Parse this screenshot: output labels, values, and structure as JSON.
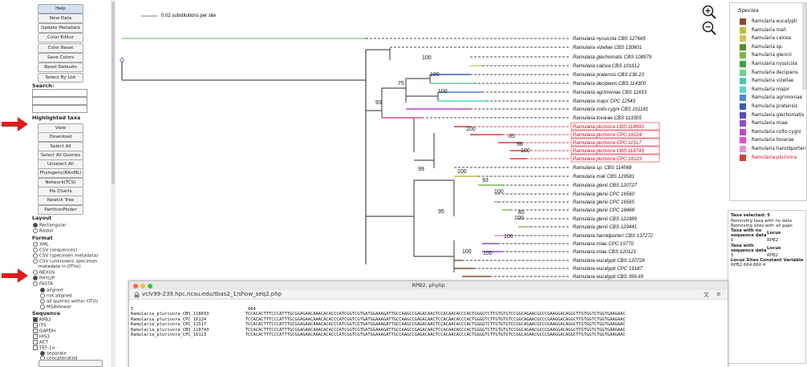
{
  "left_panel": {
    "buttons_top": [
      "Help",
      "New Data",
      "Update Metadata",
      "Color Editor",
      "Color Reset",
      "Save Colors",
      "Reset Defaults",
      "Select By List"
    ],
    "search_label": "Search:",
    "highlighted_label": "Highlighted taxa",
    "buttons_hl": [
      "View",
      "Download",
      "Select All",
      "Select All Queries",
      "Unselect All",
      "Phylogeny(RAxML)",
      "Network(TCS)",
      "Pie Charts",
      "Newick Tree",
      "PartitionFinder"
    ],
    "layout_label": "Layout",
    "layout_options": [
      "Rectangular",
      "Radial"
    ],
    "format_label": "Format",
    "format_options": [
      "XML",
      "CSV (sequences)",
      "CSV (specimen metadata)",
      "CSV (unknowns specimen",
      "metadata in OTUs)",
      "NEXUS",
      "PHYLIP",
      "FASTA"
    ],
    "fasta_sub": [
      "aligned",
      "not aligned",
      "all queries within OTUs",
      "MSAViewer"
    ],
    "sequence_label": "Sequence",
    "sequence_options": [
      "RPB2",
      "ITS",
      "GAPDH",
      "HIS3",
      "ACT",
      "TEF-1a"
    ],
    "tef_sub": [
      "separate",
      "concatenated"
    ]
  },
  "tree": {
    "scale_label": "0.02 substitutions per site",
    "taxa": [
      "Ramularia nyssicola CBS 127665",
      "Ramularia vizellae CBS 130601",
      "Ramularia glechomatis CBS 108979",
      "Ramularia calcea CBS 101612",
      "Ramularia pratensis CBS 136.23",
      "Ramularia decipiens CBS 114300",
      "Ramularia agrimoniae CBS 11653",
      "Ramularia major CPC 12543",
      "Ramularia collo-cygni CBS 101181",
      "Ramularia tovarae CBS 113305",
      "Ramularia plurivora CBS 118693",
      "Ramularia plurivora CPC 16124",
      "Ramularia plurivora CPC 11517",
      "Ramularia plurivora CBS 118743",
      "Ramularia plurivora CPC 16123",
      "Ramularia sp. CBS 114568",
      "Ramularia mali CBS 129581",
      "Ramularia glenii CBS 120727",
      "Ramularia glenii CPC 16560",
      "Ramularia glenii CPC 16565",
      "Ramularia glenii CPC 18468",
      "Ramularia glenii CBS 122989",
      "Ramularia glenii CBS 129441",
      "Ramularia haroldporteri CBS 137272",
      "Ramularia miae CPC 19770",
      "Ramularia miae CBS 120121",
      "Ramularia eucalypti CBS 120726",
      "Ramularia eucalypti CPC 19187",
      "Ramularia eucalypti CBS 356.69"
    ],
    "bootstrap": [
      "100",
      "75",
      "100",
      "100",
      "93",
      "100",
      "85",
      "98",
      "100",
      "99",
      "100",
      "93",
      "100",
      "85",
      "100",
      "95",
      "100",
      "100",
      "100"
    ]
  },
  "legend": {
    "title": "Species",
    "items": [
      {
        "name": "Ramularia eucalypti",
        "color": "#8b4a2c"
      },
      {
        "name": "Ramularia mali",
        "color": "#c9b83a"
      },
      {
        "name": "Ramularia calcea",
        "color": "#c9c95a"
      },
      {
        "name": "Ramularia sp.",
        "color": "#5a8a2a"
      },
      {
        "name": "Ramularia glennii",
        "color": "#7cb84a"
      },
      {
        "name": "Ramularia nyssicola",
        "color": "#3aa03a"
      },
      {
        "name": "Ramularia decipiens",
        "color": "#6ad08a"
      },
      {
        "name": "Ramularia vizellae",
        "color": "#4ac8b0"
      },
      {
        "name": "Ramularia major",
        "color": "#5ad8d0"
      },
      {
        "name": "Ramularia agrimoniae",
        "color": "#4a8ad8"
      },
      {
        "name": "Ramularia pratensis",
        "color": "#3a5ab8"
      },
      {
        "name": "Ramularia glechomatis",
        "color": "#5a4ab8"
      },
      {
        "name": "Ramularia miae",
        "color": "#8a4ad8"
      },
      {
        "name": "Ramularia collo-cygni",
        "color": "#b84ad0"
      },
      {
        "name": "Ramularia tovarae",
        "color": "#e050c8"
      },
      {
        "name": "Ramularia haroldporteri",
        "color": "#e890d8"
      },
      {
        "name": "Ramularia plurivora",
        "color": "#d04040"
      }
    ]
  },
  "summary": {
    "line1": "Taxa selected: 5",
    "line2": "Removing taxa with no data",
    "line3": "Removing sites with all gaps",
    "h1a": "Taxa with no",
    "h1b": "sequence data",
    "h1c": "Locus",
    "v1a": "0",
    "v1c": "RPB2",
    "h2a": "Taxa with",
    "h2b": "sequence data",
    "h2c": "Locus",
    "v2a": "5",
    "v2c": "RPB2",
    "h3": "Locus Sites  Constant Variable",
    "v3": "RPB2  664      660       4"
  },
  "popup": {
    "window_title": "RPB2, phylip",
    "url": "vclv99-239.hpc.ncsu.edu/tbas2_1/show_seq2.php",
    "header_n": "5",
    "header_len": "664",
    "rows": [
      {
        "name": "Ramularia_plurivora_CBS_118693",
        "seq": "TCCACACTTTCCCATTTGCGGAGAACAAACACACCCATCGGTCGTGATGGAAAGATTGCCAAGCCGAGACAACTCCACAACACCCACTGGGGTCTTGTGTGTCCGGCAGAACGCCCGAAGGACAGGCTTGTGGTCTGGTGAAGAAC"
      },
      {
        "name": "Ramularia_plurivora_CPC_16124",
        "seq": "TCCACACTTTCCCATTTGCGGAGAACAAACACACCCATCGGTCGTGATGGAAAGATTGCCAAGCCGAGACAACTCCACAACACCCACTGGGGTCTTGTGTGTCCGGCAGAACGCCCGAAGGACAGGCTTGTGGTCTGGTGAAGAAC"
      },
      {
        "name": "Ramularia_plurivora_CPC_11517",
        "seq": "TCCACACTTTCCCATTTGCGGAGAACAAACACACCCATCGGTCGTGATGGAAAGATTGCCAAGCCGAGACAACTCCACAACACCCACTGGGGTCTTGTGTGTCCGGCAGAACGCCCGAAGGACAGGCTTGTGGTCTGGTGAAGAAC"
      },
      {
        "name": "Ramularia_plurivora_CBS_118743",
        "seq": "TCCACACTTTCCCATTTGCGGAGAACAAACACACCCATCGGTCGTGATGGAAAGATTGCCAAGCCGAGACAACTCCACAACACCCACTGGGGTCTTGTGTGTCCGGCAGAACGCCCGAAGGACAGGCTTGTGGTCTGGTGAAGAAC"
      },
      {
        "name": "Ramularia_plurivora_CPC_16123",
        "seq": "TCCACACTTTCCCATTTGCGGAGAACAAACACACCCATCGGTCGTGATGGAAAGATTGCCAAGCCGAGACAACTCCACAACACCCACTGGGGTCTTGTGTGTCCGGCAGAACGCCCGAAGGACAGGCTTGTGGTCTGGTGAAGAAC"
      }
    ]
  }
}
